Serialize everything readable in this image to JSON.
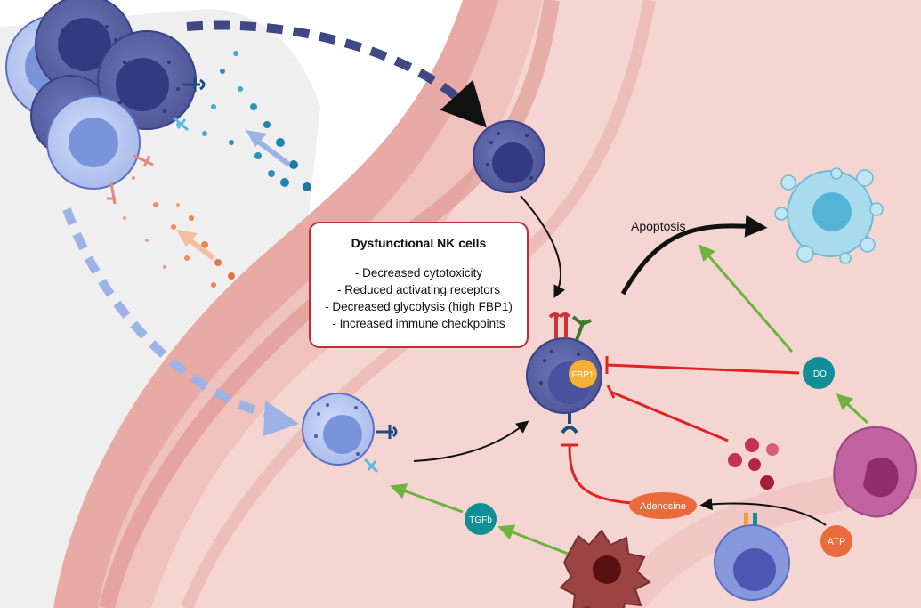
{
  "info_box": {
    "title": "Dysfunctional NK cells",
    "items": [
      "- Decreased cytotoxicity",
      "- Reduced activating receptors",
      "- Decreased glycolysis (high FBP1)",
      "- Increased immune checkpoints"
    ]
  },
  "labels": {
    "apoptosis": "Apoptosis",
    "fbp1": "FBP1",
    "ido": "IDO",
    "adenosine": "Adenosine",
    "atp": "ATP",
    "tgfb": "TGFb"
  },
  "colors": {
    "background": "#f6e5e3",
    "tissue_band": "#e39f9a",
    "inhibition_arrow": "#e02424",
    "activation_arrow": "#6db43f",
    "nk_cell_dark": "#5a62a6",
    "nk_cell_light": "#b7c8f0",
    "teal_badge": "#118f96",
    "orange_badge": "#ea6b3b",
    "fbp1_badge": "#f6b034"
  },
  "icons": [
    "nk-cell",
    "dying-cell",
    "macrophage",
    "dendritic-cell",
    "receptor",
    "cytokine-dots"
  ]
}
